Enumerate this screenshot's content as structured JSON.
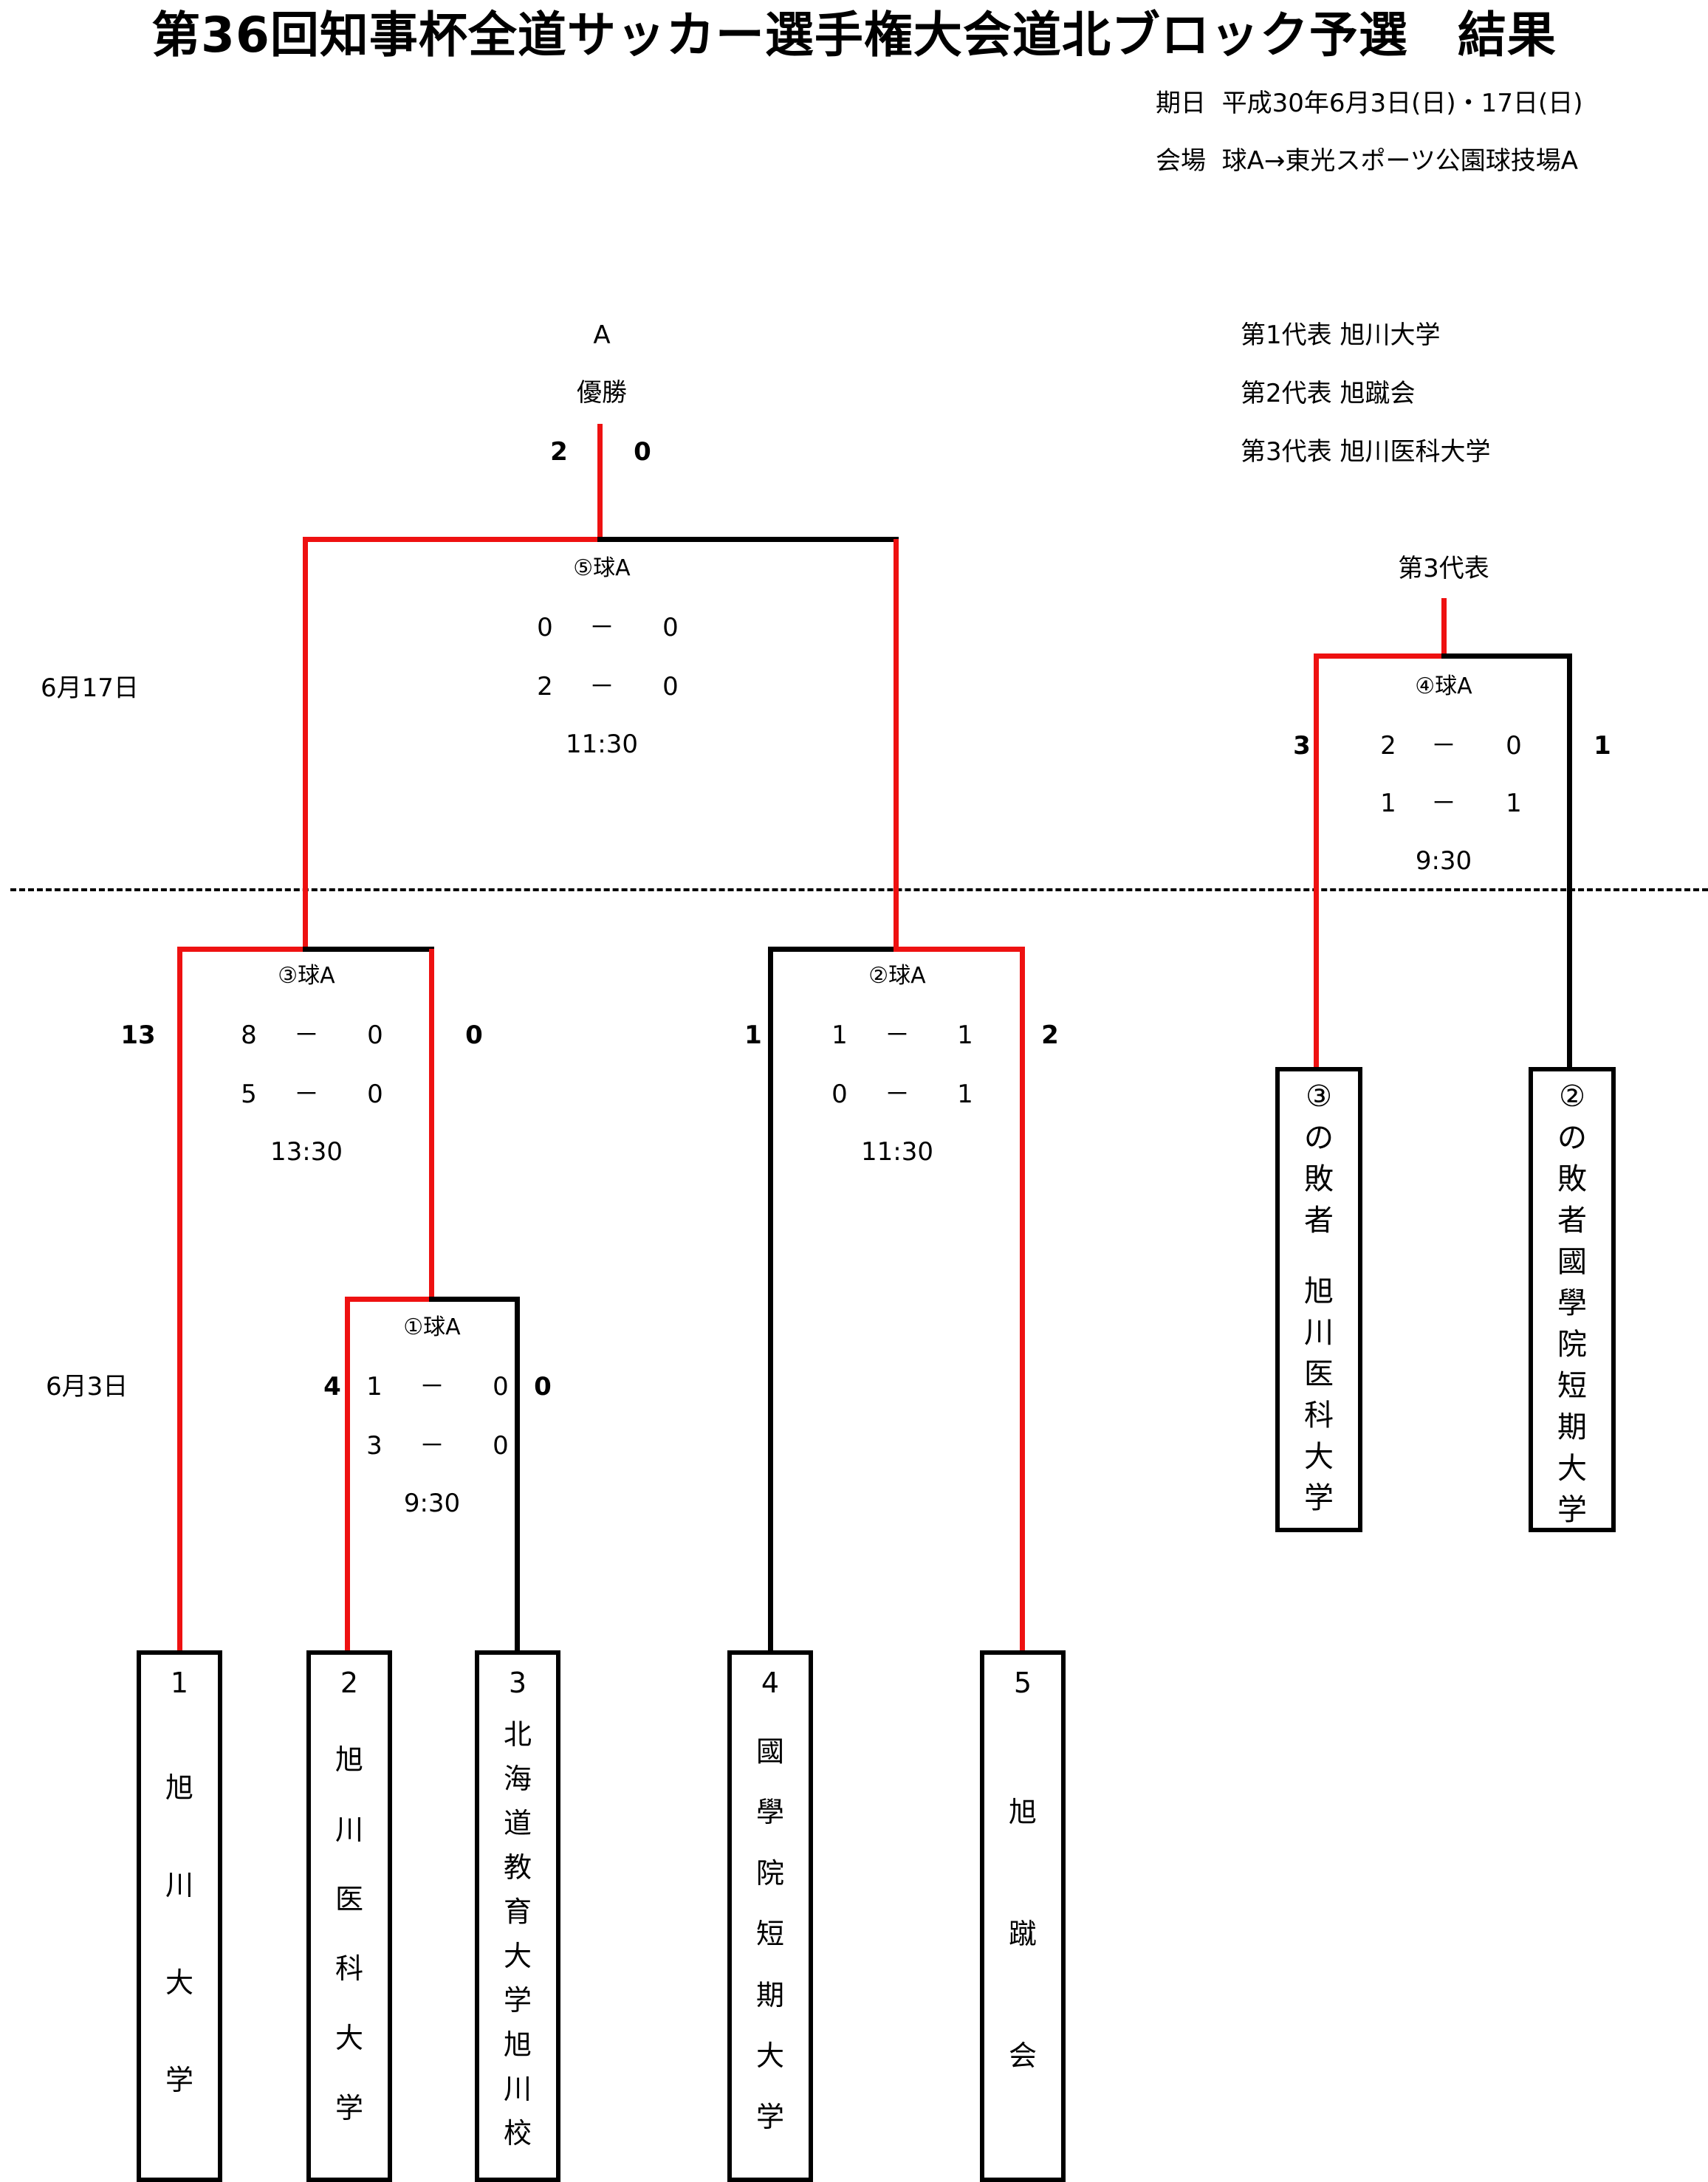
{
  "header": {
    "title": "第36回知事杯全道サッカー選手権大会道北ブロック予選　結果",
    "date_label": "期日",
    "date_value": "平成30年6月3日(日)・17日(日)",
    "venue_label": "会場",
    "venue_value": "球A→東光スポーツ公園球技場A"
  },
  "representatives": [
    {
      "label": "第1代表",
      "team": "旭川大学"
    },
    {
      "label": "第2代表",
      "team": "旭蹴会"
    },
    {
      "label": "第3代表",
      "team": "旭川医科大学"
    }
  ],
  "day_labels": {
    "round2": "6月17日",
    "round1": "6月3日"
  },
  "colors": {
    "winner_line": "#ee1111",
    "line": "#000000"
  },
  "final": {
    "venue_top": "A",
    "result_label": "優勝",
    "score_left": "2",
    "score_right": "0",
    "match_label": "⑤球A",
    "half1": {
      "l": "0",
      "dash": "－",
      "r": "0"
    },
    "half2": {
      "l": "2",
      "dash": "－",
      "r": "0"
    },
    "time": "11:30"
  },
  "third_place": {
    "result_label": "第3代表",
    "match_label": "④球A",
    "score_left": "3",
    "score_right": "1",
    "half1": {
      "l": "2",
      "dash": "－",
      "r": "0"
    },
    "half2": {
      "l": "1",
      "dash": "－",
      "r": "1"
    },
    "time": "9:30"
  },
  "match3": {
    "match_label": "③球A",
    "score_left": "13",
    "score_right": "0",
    "half1": {
      "l": "8",
      "dash": "－",
      "r": "0"
    },
    "half2": {
      "l": "5",
      "dash": "－",
      "r": "0"
    },
    "time": "13:30"
  },
  "match2": {
    "match_label": "②球A",
    "score_left": "1",
    "score_right": "2",
    "half1": {
      "l": "1",
      "dash": "－",
      "r": "1"
    },
    "half2": {
      "l": "0",
      "dash": "－",
      "r": "1"
    },
    "time": "11:30"
  },
  "match1": {
    "match_label": "①球A",
    "score_left": "4",
    "score_right": "0",
    "half1": {
      "l": "1",
      "dash": "－",
      "r": "0"
    },
    "half2": {
      "l": "3",
      "dash": "－",
      "r": "0"
    },
    "time": "9:30"
  },
  "teams": [
    {
      "num": "1",
      "name": "旭川大学"
    },
    {
      "num": "2",
      "name": "旭川医科大学"
    },
    {
      "num": "3",
      "name": "北海道教育大学旭川校"
    },
    {
      "num": "4",
      "name": "國學院短期大学"
    },
    {
      "num": "5",
      "name": "旭蹴会"
    }
  ],
  "losers": [
    {
      "from": "③",
      "suffix": "の敗者",
      "team": "旭川医科大学"
    },
    {
      "from": "②",
      "suffix": "の敗者",
      "team": "國學院短期大学"
    }
  ]
}
